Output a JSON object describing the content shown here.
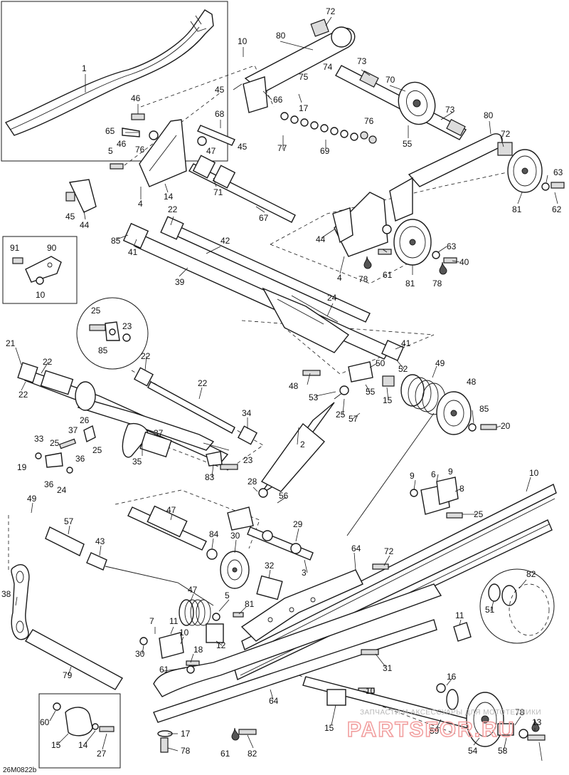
{
  "diagram_code": "26M0822b",
  "watermark": {
    "caption": "ЗАПЧАСТИ И АКСЕССУАРЫ ДЛЯ МОТОТЕХНИКИ",
    "logo": "PARTSFOR.RU"
  },
  "callouts": [
    {
      "id": "c1",
      "n": "1"
    },
    {
      "id": "c72a",
      "n": "72"
    },
    {
      "id": "c10a",
      "n": "10"
    },
    {
      "id": "c80a",
      "n": "80"
    },
    {
      "id": "c74",
      "n": "74"
    },
    {
      "id": "c73a",
      "n": "73"
    },
    {
      "id": "c75",
      "n": "75"
    },
    {
      "id": "c70",
      "n": "70"
    },
    {
      "id": "c45a",
      "n": "45"
    },
    {
      "id": "c66",
      "n": "66"
    },
    {
      "id": "c17a",
      "n": "17"
    },
    {
      "id": "c46a",
      "n": "46"
    },
    {
      "id": "c68",
      "n": "68"
    },
    {
      "id": "c76a",
      "n": "76"
    },
    {
      "id": "c73b",
      "n": "73"
    },
    {
      "id": "c80b",
      "n": "80"
    },
    {
      "id": "c65",
      "n": "65"
    },
    {
      "id": "c47a",
      "n": "47"
    },
    {
      "id": "c45b",
      "n": "45"
    },
    {
      "id": "c77",
      "n": "77"
    },
    {
      "id": "c69",
      "n": "69"
    },
    {
      "id": "c55a",
      "n": "55"
    },
    {
      "id": "c72b",
      "n": "72"
    },
    {
      "id": "c46b",
      "n": "46"
    },
    {
      "id": "c76b",
      "n": "76"
    },
    {
      "id": "c5a",
      "n": "5"
    },
    {
      "id": "c63a",
      "n": "63"
    },
    {
      "id": "c71",
      "n": "71"
    },
    {
      "id": "c4a",
      "n": "4"
    },
    {
      "id": "c14a",
      "n": "14"
    },
    {
      "id": "c62",
      "n": "62"
    },
    {
      "id": "c81a",
      "n": "81"
    },
    {
      "id": "c45c",
      "n": "45"
    },
    {
      "id": "c44a",
      "n": "44"
    },
    {
      "id": "c67",
      "n": "67"
    },
    {
      "id": "c22a",
      "n": "22"
    },
    {
      "id": "c85a",
      "n": "85"
    },
    {
      "id": "c44b",
      "n": "44"
    },
    {
      "id": "c91",
      "n": "91"
    },
    {
      "id": "c90",
      "n": "90"
    },
    {
      "id": "c10b",
      "n": "10"
    },
    {
      "id": "c41a",
      "n": "41"
    },
    {
      "id": "c42",
      "n": "42"
    },
    {
      "id": "c63b",
      "n": "63"
    },
    {
      "id": "c61a",
      "n": "61"
    },
    {
      "id": "c4b",
      "n": "4"
    },
    {
      "id": "c78a",
      "n": "78"
    },
    {
      "id": "c81b",
      "n": "81"
    },
    {
      "id": "c78b",
      "n": "78"
    },
    {
      "id": "c40",
      "n": "40"
    },
    {
      "id": "c39",
      "n": "39"
    },
    {
      "id": "c24a",
      "n": "24"
    },
    {
      "id": "c25a",
      "n": "25"
    },
    {
      "id": "c23a",
      "n": "23"
    },
    {
      "id": "c85b",
      "n": "85"
    },
    {
      "id": "c21",
      "n": "21"
    },
    {
      "id": "c22b",
      "n": "22"
    },
    {
      "id": "c22c",
      "n": "22"
    },
    {
      "id": "c22d",
      "n": "22"
    },
    {
      "id": "c41b",
      "n": "41"
    },
    {
      "id": "c52",
      "n": "52"
    },
    {
      "id": "c50",
      "n": "50"
    },
    {
      "id": "c49a",
      "n": "49"
    },
    {
      "id": "c48a",
      "n": "48"
    },
    {
      "id": "c53",
      "n": "53"
    },
    {
      "id": "c15a",
      "n": "15"
    },
    {
      "id": "c55b",
      "n": "55"
    },
    {
      "id": "c48b",
      "n": "48"
    },
    {
      "id": "c25b",
      "n": "25"
    },
    {
      "id": "c57a",
      "n": "57"
    },
    {
      "id": "c85c",
      "n": "85"
    },
    {
      "id": "c20",
      "n": "20"
    },
    {
      "id": "c22e",
      "n": "22"
    },
    {
      "id": "c34",
      "n": "34"
    },
    {
      "id": "c26",
      "n": "26"
    },
    {
      "id": "c37a",
      "n": "37"
    },
    {
      "id": "c33",
      "n": "33"
    },
    {
      "id": "c25c",
      "n": "25"
    },
    {
      "id": "c25d",
      "n": "25"
    },
    {
      "id": "c37b",
      "n": "37"
    },
    {
      "id": "c36a",
      "n": "36"
    },
    {
      "id": "c19",
      "n": "19"
    },
    {
      "id": "c35",
      "n": "35"
    },
    {
      "id": "c36b",
      "n": "36"
    },
    {
      "id": "c24b",
      "n": "24"
    },
    {
      "id": "c23b",
      "n": "23"
    },
    {
      "id": "c83",
      "n": "83"
    },
    {
      "id": "c2",
      "n": "2"
    },
    {
      "id": "c10c",
      "n": "10"
    },
    {
      "id": "c9a",
      "n": "9"
    },
    {
      "id": "c6",
      "n": "6"
    },
    {
      "id": "c9b",
      "n": "9"
    },
    {
      "id": "c8",
      "n": "8"
    },
    {
      "id": "c25e",
      "n": "25"
    },
    {
      "id": "c28",
      "n": "28"
    },
    {
      "id": "c49b",
      "n": "49"
    },
    {
      "id": "c56",
      "n": "56"
    },
    {
      "id": "c47b",
      "n": "47"
    },
    {
      "id": "c29",
      "n": "29"
    },
    {
      "id": "c57b",
      "n": "57"
    },
    {
      "id": "c84",
      "n": "84"
    },
    {
      "id": "c30a",
      "n": "30"
    },
    {
      "id": "c43",
      "n": "43"
    },
    {
      "id": "c3",
      "n": "3"
    },
    {
      "id": "c64a",
      "n": "64"
    },
    {
      "id": "c72c",
      "n": "72"
    },
    {
      "id": "c32",
      "n": "32"
    },
    {
      "id": "c38",
      "n": "38"
    },
    {
      "id": "c47c",
      "n": "47"
    },
    {
      "id": "c5b",
      "n": "5"
    },
    {
      "id": "c81c",
      "n": "81"
    },
    {
      "id": "c82a",
      "n": "82"
    },
    {
      "id": "c51",
      "n": "51"
    },
    {
      "id": "c11a",
      "n": "11"
    },
    {
      "id": "c7",
      "n": "7"
    },
    {
      "id": "c11b",
      "n": "11"
    },
    {
      "id": "c10d",
      "n": "10"
    },
    {
      "id": "c30b",
      "n": "30"
    },
    {
      "id": "c12",
      "n": "12"
    },
    {
      "id": "c18",
      "n": "18"
    },
    {
      "id": "c61b",
      "n": "61"
    },
    {
      "id": "c31",
      "n": "31"
    },
    {
      "id": "c79",
      "n": "79"
    },
    {
      "id": "c16",
      "n": "16"
    },
    {
      "id": "c64b",
      "n": "64"
    },
    {
      "id": "c10e",
      "n": "10"
    },
    {
      "id": "c60",
      "n": "60"
    },
    {
      "id": "c59",
      "n": "59"
    },
    {
      "id": "c78c",
      "n": "78"
    },
    {
      "id": "c13",
      "n": "13"
    },
    {
      "id": "c15b",
      "n": "15"
    },
    {
      "id": "c14b",
      "n": "14"
    },
    {
      "id": "c27",
      "n": "27"
    },
    {
      "id": "c15c",
      "n": "15"
    },
    {
      "id": "c17b",
      "n": "17"
    },
    {
      "id": "c78d",
      "n": "78"
    },
    {
      "id": "c61c",
      "n": "61"
    },
    {
      "id": "c82b",
      "n": "82"
    },
    {
      "id": "c54",
      "n": "54"
    },
    {
      "id": "c58",
      "n": "58"
    }
  ]
}
